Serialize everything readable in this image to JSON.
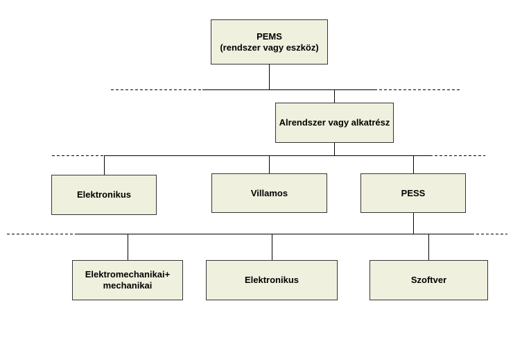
{
  "diagram": {
    "nodes": {
      "pems": {
        "line1": "PEMS",
        "line2": "(rendszer vagy eszköz)"
      },
      "alrendszer": "Alrendszer vagy alkatrész",
      "elektronikus_level2": "Elektronikus",
      "villamos": "Villamos",
      "pess": "PESS",
      "elektromech": {
        "line1": "Elektromechanikai+",
        "line2": "mechanikai"
      },
      "elektronikus_level3": "Elektronikus",
      "szoftver": "Szoftver"
    },
    "colors": {
      "node_fill": "#f0f0de",
      "node_border": "#333333",
      "connector": "#000000"
    }
  }
}
